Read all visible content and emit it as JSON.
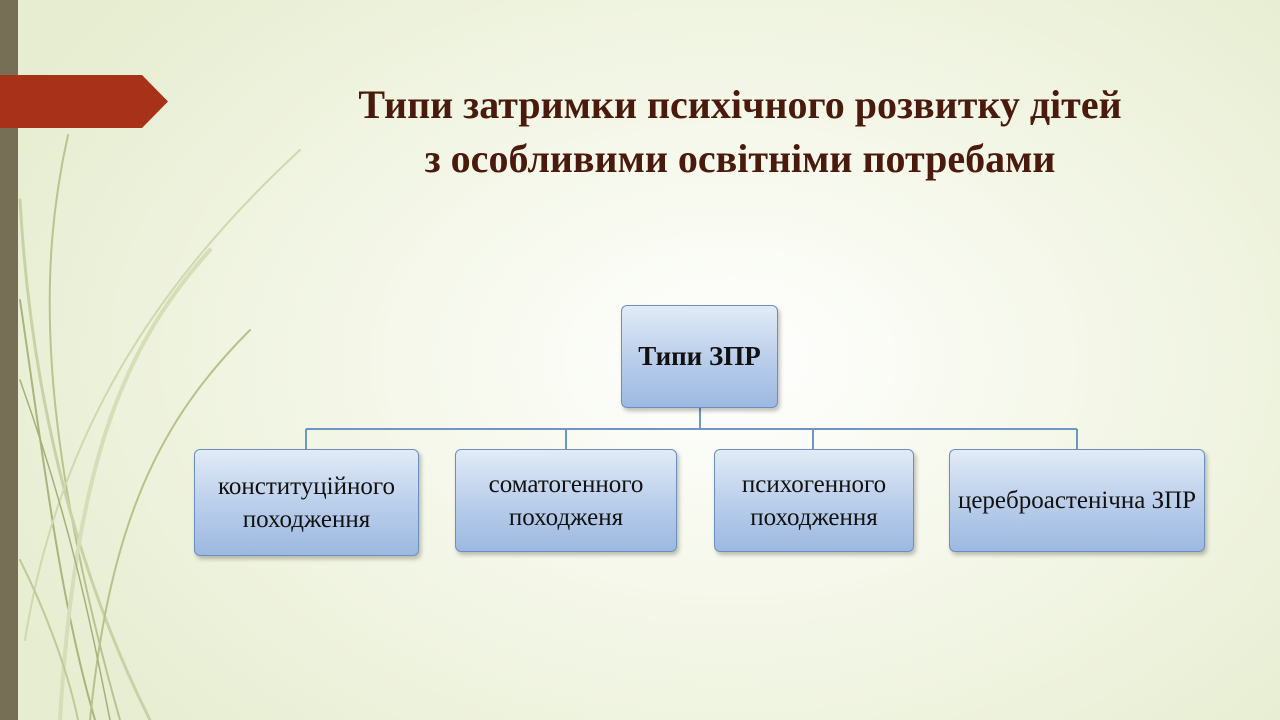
{
  "slide": {
    "title_lines": [
      "Типи затримки психічного розвитку дітей",
      "з особливими освітніми потребами"
    ]
  },
  "diagram": {
    "root": {
      "label": "Типи ЗПР"
    },
    "children": [
      {
        "label": "конституційного походження"
      },
      {
        "label": "соматогенного походженя"
      },
      {
        "label": "психогенного походження"
      },
      {
        "label": "цереброастенічна ЗПР"
      }
    ]
  },
  "colors": {
    "title": "#4a1a0c",
    "accent_arrow": "#a8311a",
    "left_bar": "#766f55",
    "node_border": "#6b8fbf",
    "node_fill_top": "#e2ebf7",
    "node_fill_bottom": "#9db9e0",
    "connector": "#6f95c7",
    "decor_leaves": "#c5cfa0"
  }
}
